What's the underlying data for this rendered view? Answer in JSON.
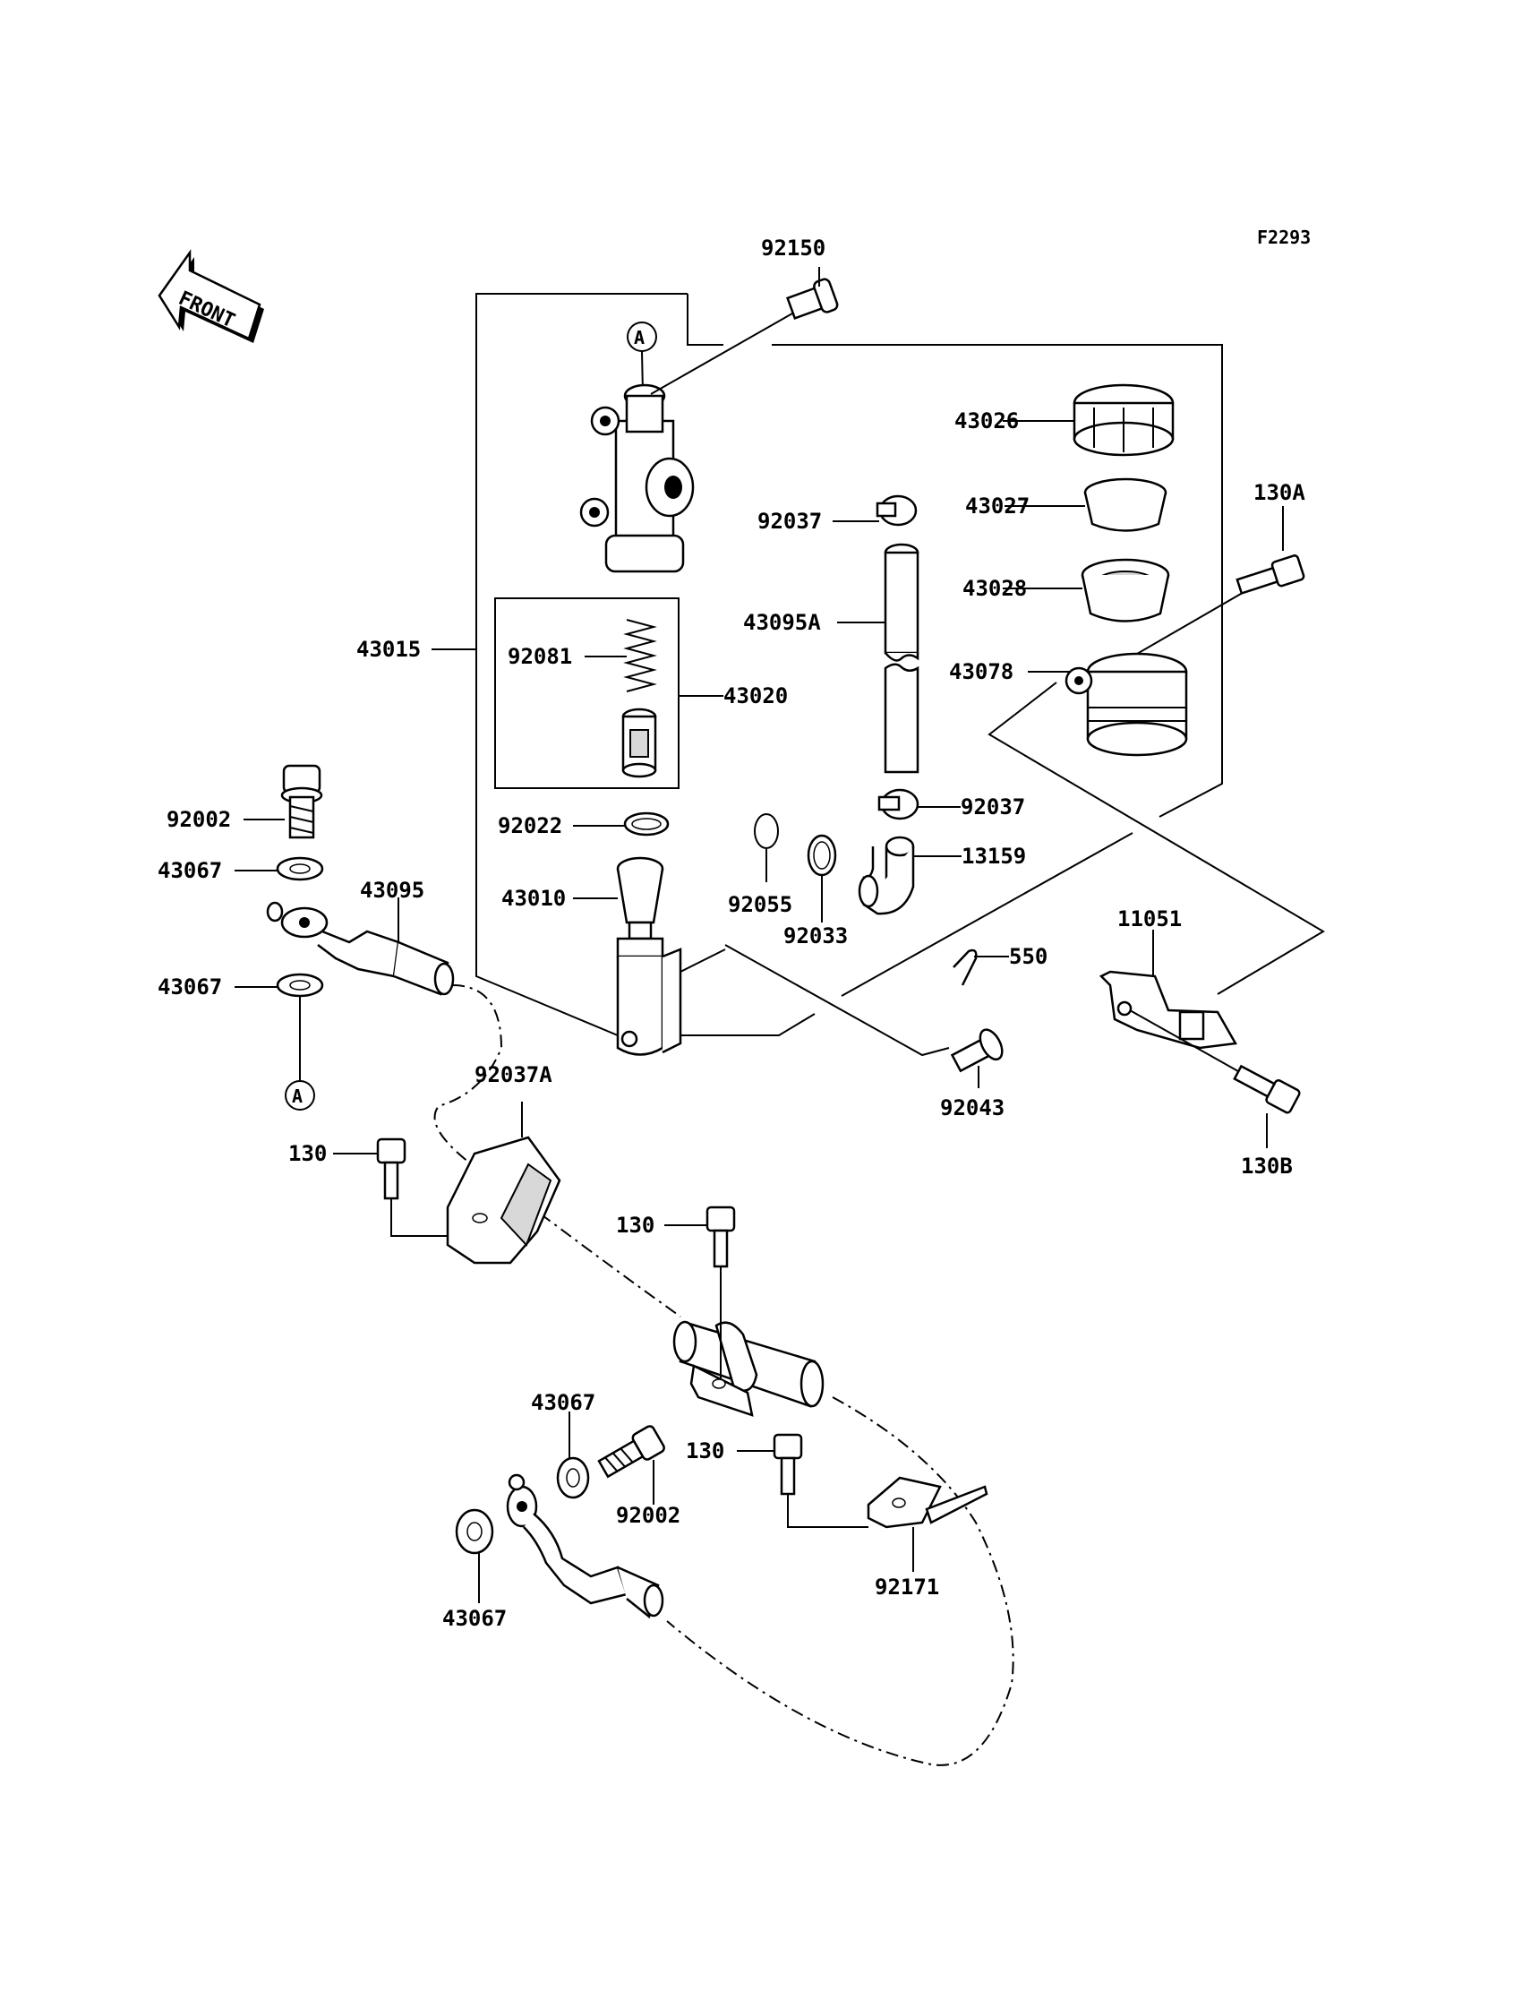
{
  "figure_code": "F2293",
  "front_label": "FRONT",
  "ref_mark": "A",
  "labels": {
    "p92150": "92150",
    "p43026": "43026",
    "p43027": "43027",
    "p43028": "43028",
    "p43078": "43078",
    "p130A": "130A",
    "p92037_top": "92037",
    "p43095A": "43095A",
    "p43015": "43015",
    "p92081": "92081",
    "p43020": "43020",
    "p92037_bot": "92037",
    "p92022": "92022",
    "p13159": "13159",
    "p92055": "92055",
    "p92033": "92033",
    "p43010": "43010",
    "p92002_top": "92002",
    "p43067_a": "43067",
    "p43095": "43095",
    "p43067_b": "43067",
    "p11051": "11051",
    "p550": "550",
    "p92043": "92043",
    "p92037A": "92037A",
    "p130B": "130B",
    "p130_a": "130",
    "p130_b": "130",
    "p43067_c": "43067",
    "p130_c": "130",
    "p92002_bot": "92002",
    "p92171": "92171",
    "p43067_d": "43067"
  }
}
